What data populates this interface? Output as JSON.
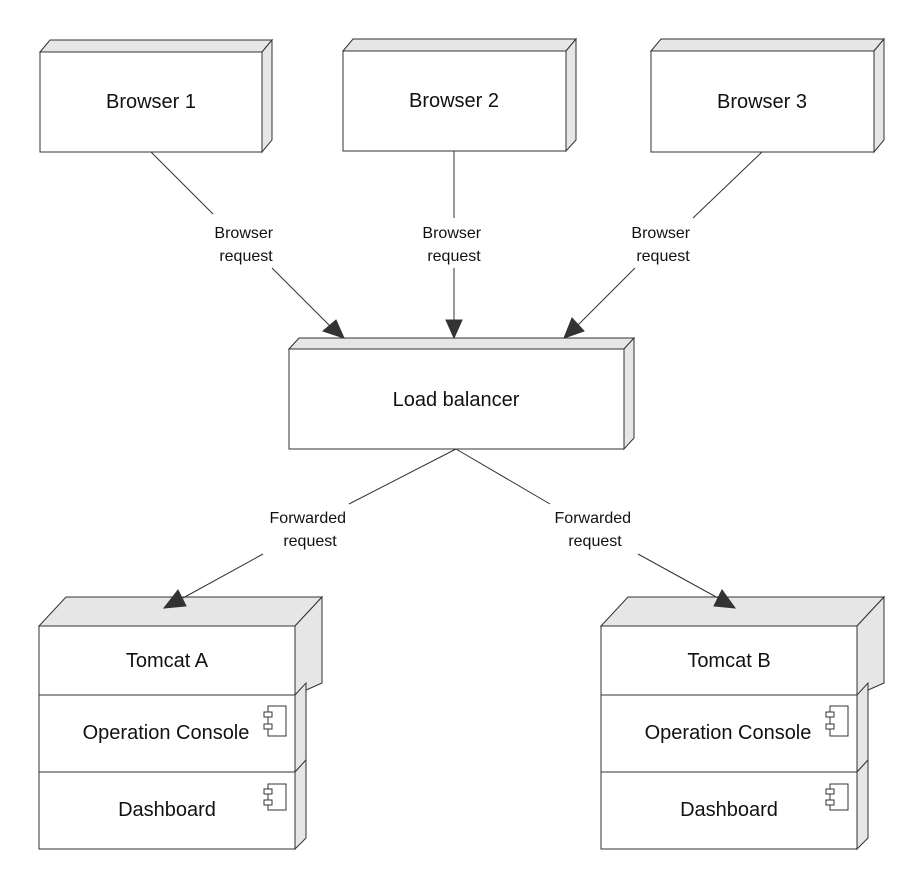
{
  "nodes": {
    "browser1": "Browser 1",
    "browser2": "Browser 2",
    "browser3": "Browser 3",
    "load_balancer": "Load balancer",
    "tomcat_a": {
      "title": "Tomcat A",
      "components": [
        "Operation Console",
        "Dashboard"
      ]
    },
    "tomcat_b": {
      "title": "Tomcat B",
      "components": [
        "Operation Console",
        "Dashboard"
      ]
    }
  },
  "edges": {
    "browser_request": [
      "Browser",
      "request"
    ],
    "forwarded_request": [
      "Forwarded",
      "request"
    ]
  }
}
